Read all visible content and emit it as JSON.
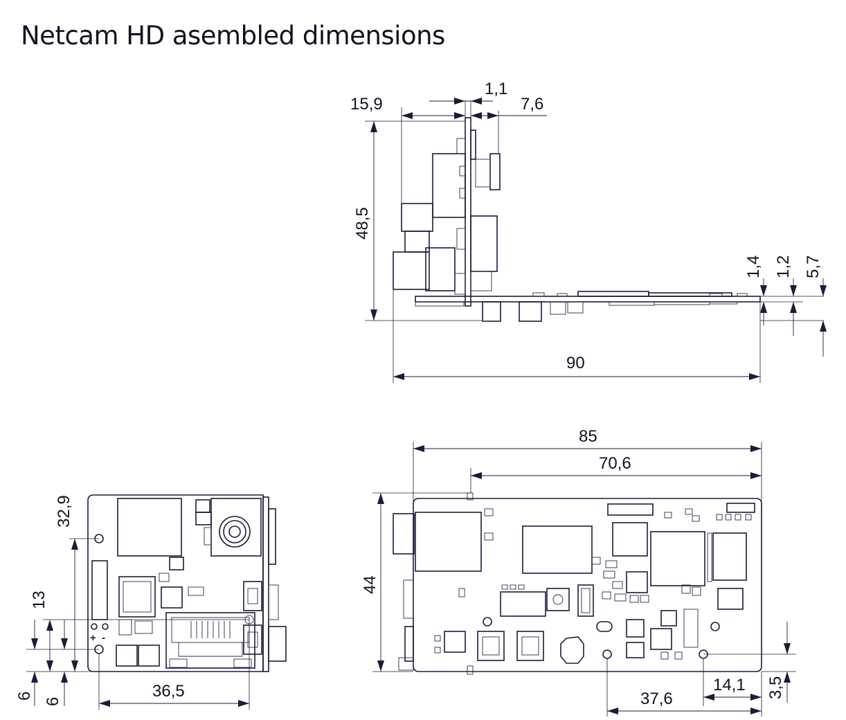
{
  "title": "Netcam HD asembled dimensions",
  "side_view": {
    "dims": {
      "d15_9": "15,9",
      "d1_1": "1,1",
      "d7_6": "7,6",
      "d48_5": "48,5",
      "d1_4": "1,4",
      "d1_2": "1,2",
      "d5_7": "5,7",
      "d90": "90"
    }
  },
  "front_view": {
    "dims": {
      "d32_9": "32,9",
      "d13": "13",
      "d6a": "6",
      "d6b": "6",
      "d36_5": "36,5"
    },
    "polarity": {
      "plus": "+",
      "minus": "-"
    }
  },
  "top_view": {
    "dims": {
      "d85": "85",
      "d70_6": "70,6",
      "d44": "44",
      "d37_6": "37,6",
      "d14_1": "14,1",
      "d3_5": "3,5"
    }
  },
  "colors": {
    "line": "#1b1b3a",
    "background": "#ffffff"
  }
}
